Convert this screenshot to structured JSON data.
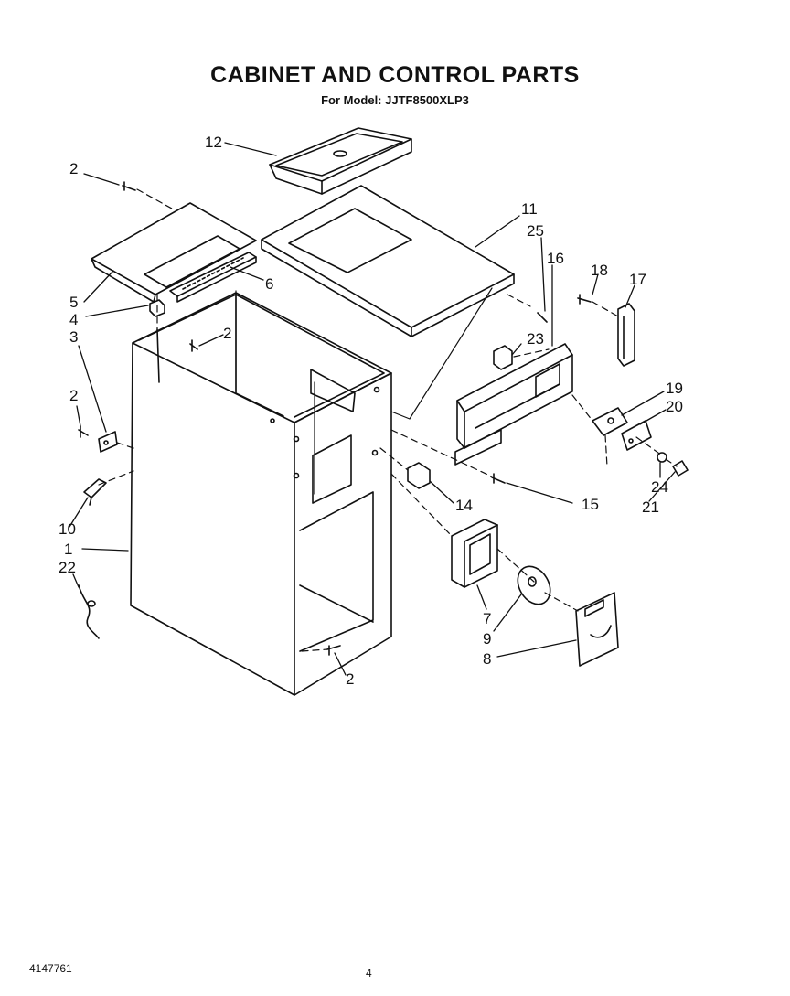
{
  "header": {
    "title": "CABINET AND CONTROL PARTS",
    "subtitle": "For Model: JJTF8500XLP3"
  },
  "callouts": [
    "12",
    "2",
    "11",
    "25",
    "16",
    "18",
    "17",
    "5",
    "6",
    "4",
    "3",
    "2",
    "23",
    "2",
    "19",
    "20",
    "14",
    "15",
    "24",
    "21",
    "10",
    "1",
    "22",
    "7",
    "9",
    "8",
    "2"
  ],
  "footer": {
    "doc_number": "4147761",
    "page_number": "4"
  }
}
